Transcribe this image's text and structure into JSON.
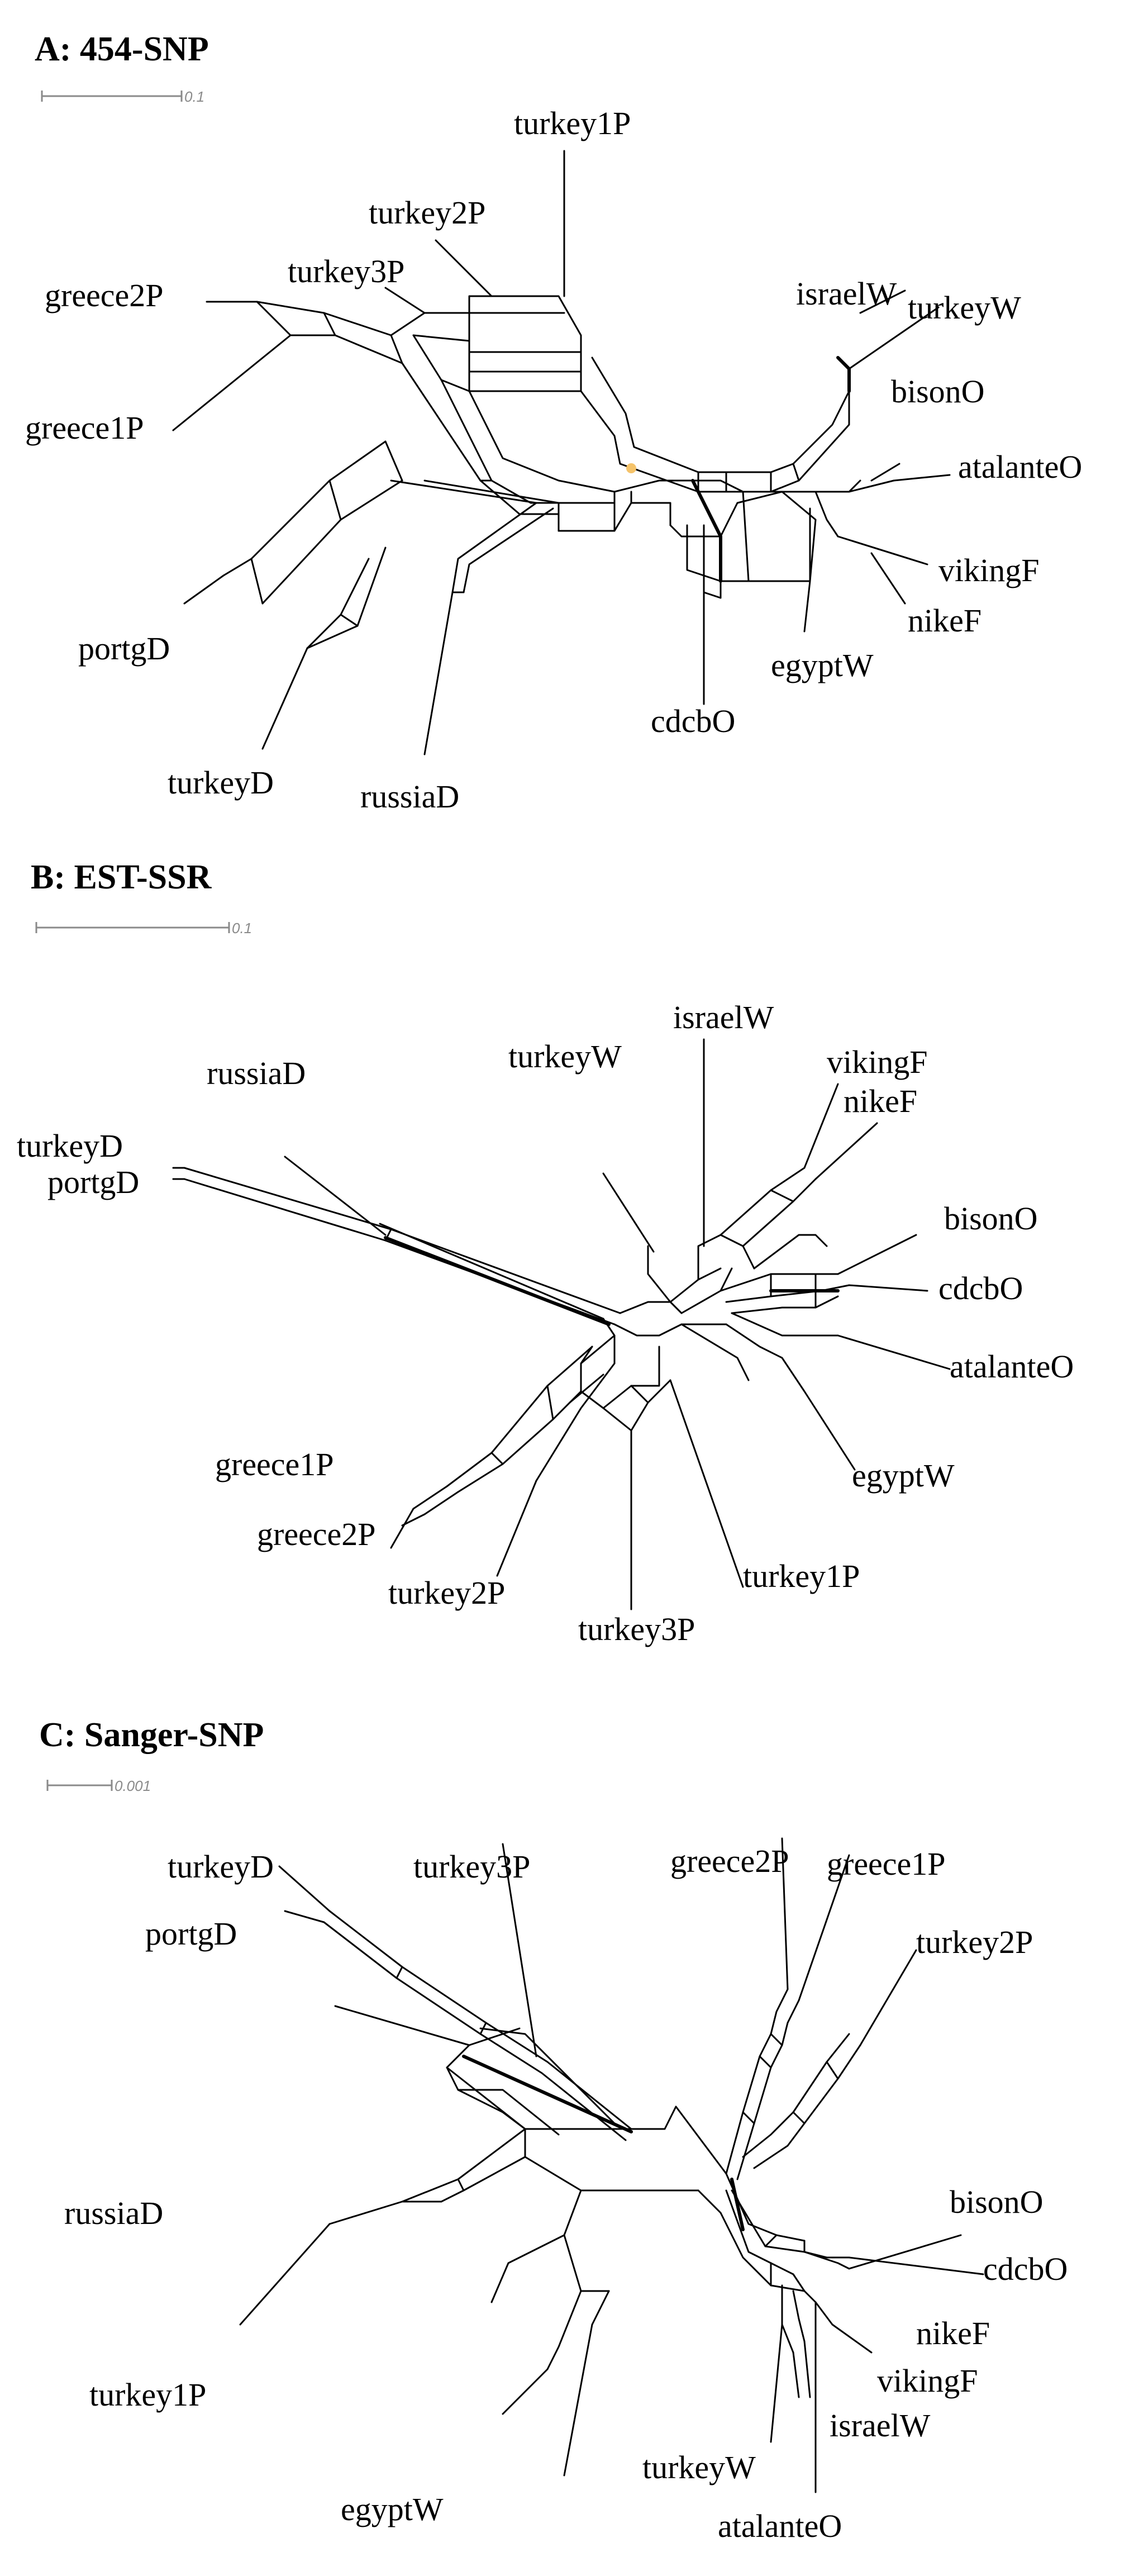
{
  "panels": [
    {
      "title": "A: 454-SNP",
      "scale_label": "0.1",
      "highlight_color": "#f5c36a",
      "taxa": [
        "turkey1P",
        "turkey2P",
        "turkey3P",
        "greece2P",
        "greece1P",
        "israelW",
        "turkeyW",
        "bisonO",
        "atalanteO",
        "vikingF",
        "nikeF",
        "egyptW",
        "cdcbO",
        "portgD",
        "turkeyD",
        "russiaD"
      ]
    },
    {
      "title": "B: EST-SSR",
      "scale_label": "0.1",
      "taxa": [
        "israelW",
        "vikingF",
        "nikeF",
        "turkeyW",
        "russiaD",
        "turkeyD",
        "portgD",
        "bisonO",
        "cdcbO",
        "atalanteO",
        "egyptW",
        "greece1P",
        "greece2P",
        "turkey2P",
        "turkey1P",
        "turkey3P"
      ]
    },
    {
      "title": "C: Sanger-SNP",
      "scale_label": "0.001",
      "taxa": [
        "turkeyD",
        "turkey3P",
        "greece2P",
        "greece1P",
        "portgD",
        "turkey2P",
        "russiaD",
        "bisonO",
        "cdcbO",
        "nikeF",
        "turkey1P",
        "vikingF",
        "israelW",
        "turkeyW",
        "egyptW",
        "atalanteO"
      ]
    }
  ]
}
